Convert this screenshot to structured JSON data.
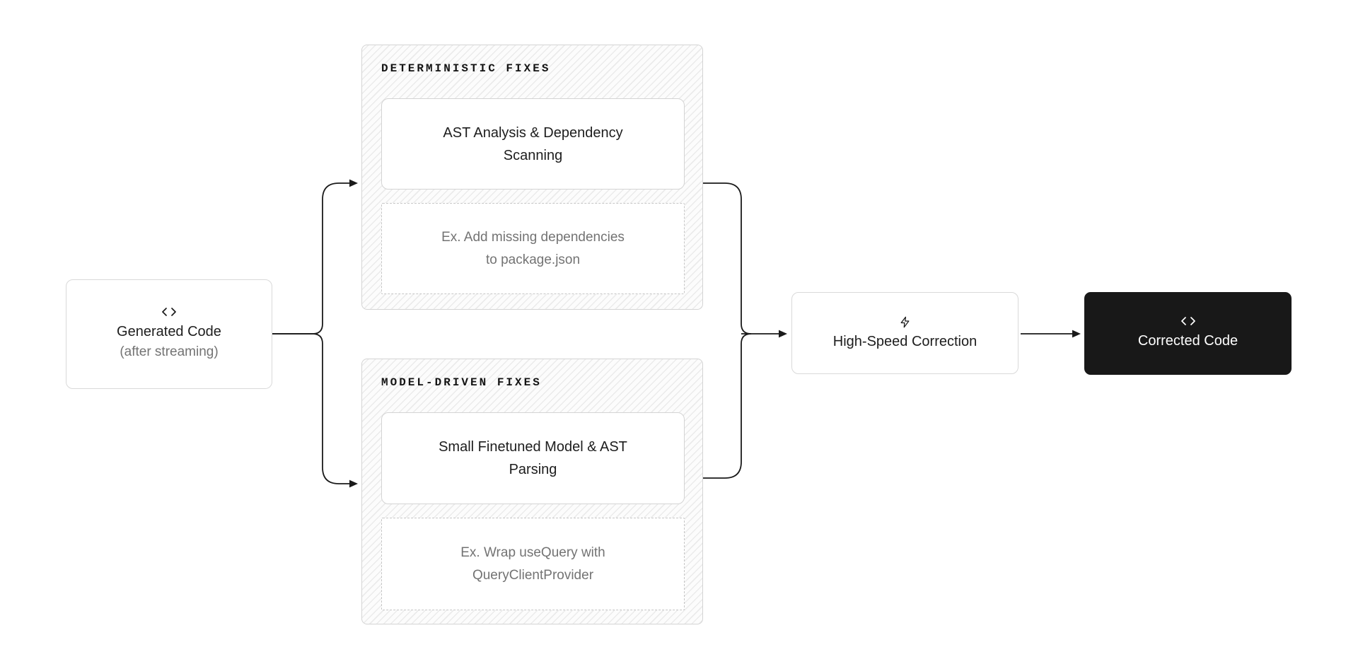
{
  "diagram": {
    "nodes": {
      "generated_code": {
        "icon": "code-icon",
        "title": "Generated Code",
        "subtitle": "(after streaming)"
      },
      "high_speed": {
        "icon": "zap-icon",
        "title": "High-Speed Correction"
      },
      "corrected_code": {
        "icon": "code-icon",
        "title": "Corrected Code"
      }
    },
    "groups": [
      {
        "label": "DETERMINISTIC FIXES",
        "method": "AST Analysis & Dependency\nScanning",
        "example": "Ex. Add missing dependencies\nto package.json"
      },
      {
        "label": "MODEL-DRIVEN FIXES",
        "method": "Small Finetuned Model & AST\nParsing",
        "example": "Ex. Wrap useQuery with\nQueryClientProvider"
      }
    ]
  },
  "colors": {
    "background": "#ffffff",
    "arrow": "#1a1a1a",
    "text_primary": "#1d1d1d",
    "text_secondary": "#737373",
    "node_border": "#d9d9d9",
    "inner_border": "#d4d4d4",
    "dashed_border": "#c6c6c6",
    "hatch_line": "#ebebeb",
    "hatch_bg": "#fcfcfc",
    "dark_node_bg": "#181818",
    "dark_node_text": "#ffffff"
  }
}
